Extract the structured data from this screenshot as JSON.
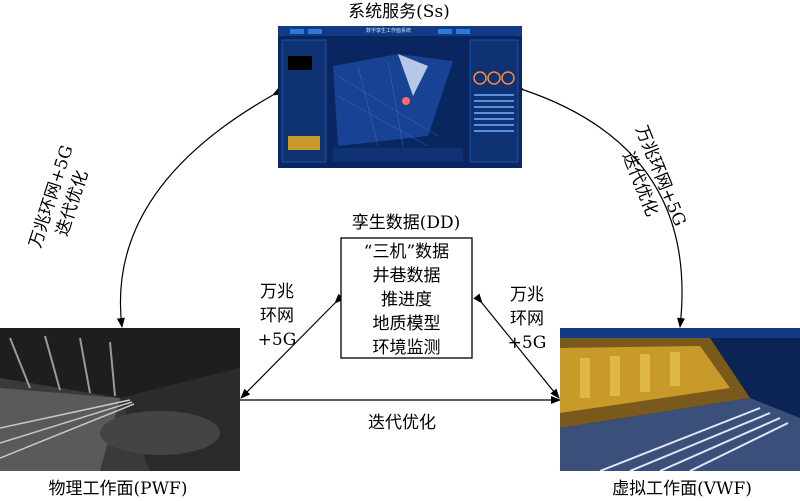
{
  "nodes": {
    "system_service": "系统服务(Ss)",
    "digital_twin_data": "孪生数据(DD)",
    "physical_face": "物理工作面(PWF)",
    "virtual_face": "虚拟工作面(VWF)"
  },
  "twin_data_items": [
    "“三机”数据",
    "井巷数据",
    "推进度",
    "地质模型",
    "环境监测"
  ],
  "links": {
    "left_curve_line1": "万兆环网+5G",
    "left_curve_line2": "迭代优化",
    "right_curve_line1": "万兆环网+5G",
    "right_curve_line2": "迭代优化",
    "left_diag_lines": [
      "万兆",
      "环网",
      "+5G"
    ],
    "right_diag_lines": [
      "万兆",
      "环网",
      "+5G"
    ],
    "bottom": "迭代优化"
  },
  "screens": {
    "ss_header": "数字孪生工作面系统"
  },
  "colors": {
    "screen_bg": "#0b2a6a",
    "screen_accent": "#2e7bd6",
    "mine_dark": "#2a2a2a",
    "virtual_yellow": "#c89a2a"
  }
}
